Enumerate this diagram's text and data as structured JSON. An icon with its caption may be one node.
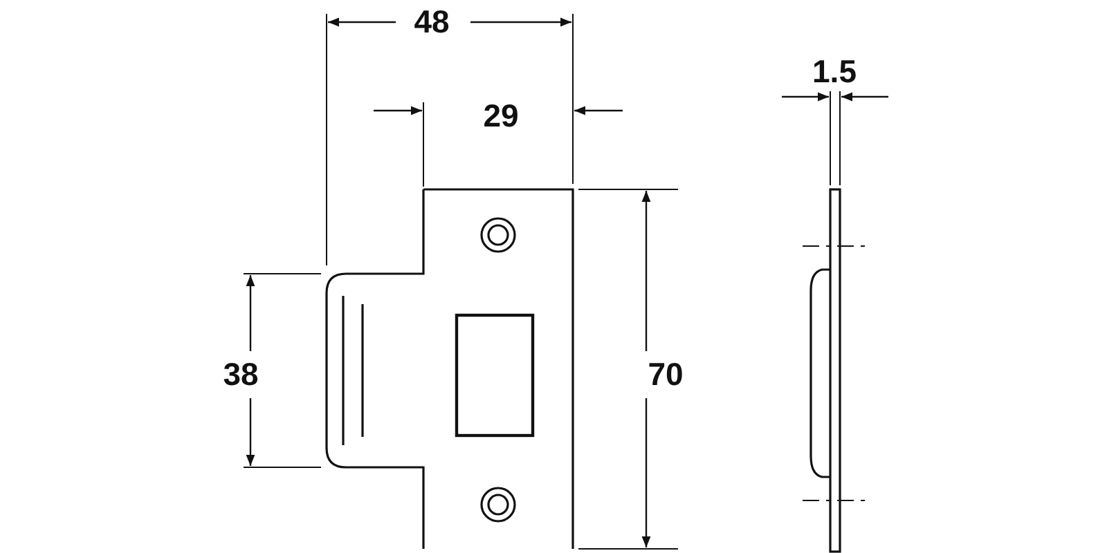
{
  "diagram": {
    "labels": [
      "48",
      "29",
      "1.5",
      "38",
      "70"
    ]
  }
}
